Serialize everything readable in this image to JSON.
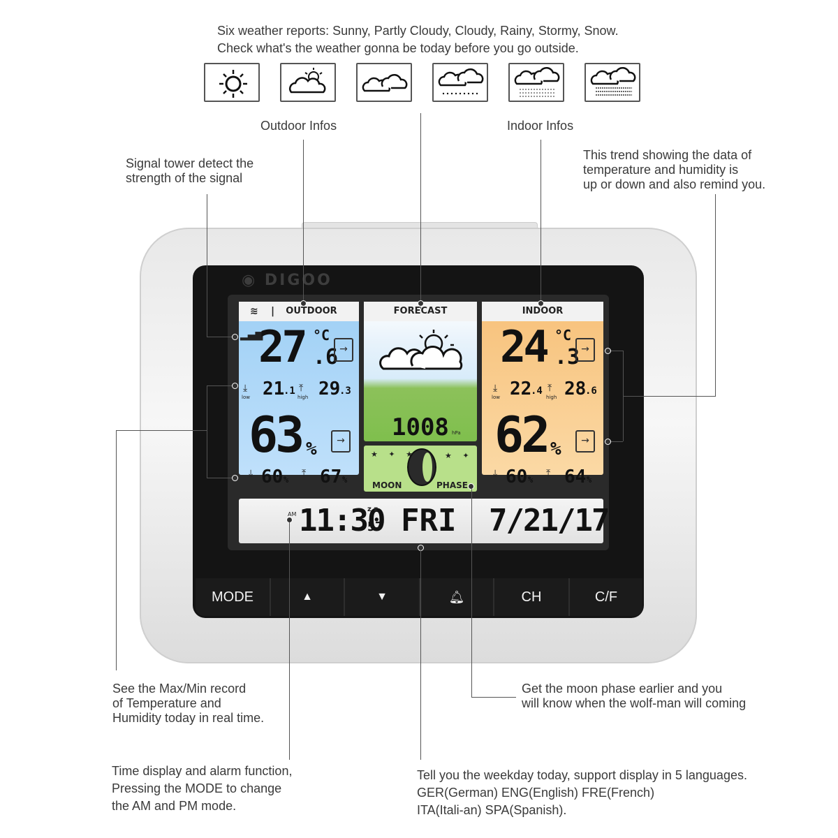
{
  "captions": {
    "weather_reports": [
      "Six weather reports: Sunny, Partly Cloudy, Cloudy, Rainy, Stormy, Snow.",
      "Check what's the weather gonna be today before you go outside."
    ],
    "outdoor_infos": "Outdoor Infos",
    "indoor_infos": "Indoor Infos",
    "signal": [
      "Signal tower detect the",
      "strength of the signal"
    ],
    "trend": [
      "This trend showing the data of",
      "temperature and humidity is",
      "up or down and also remind you."
    ],
    "maxmin": [
      "See the Max/Min record",
      "of Temperature and",
      "Humidity today in real time."
    ],
    "moon": [
      "Get the moon phase earlier and you",
      "will know when the wolf-man will coming"
    ],
    "time": [
      "Time display and alarm function,",
      "Pressing the MODE to change",
      "the AM and PM mode."
    ],
    "weekday": [
      "Tell you the weekday today, support display in 5 languages.",
      "GER(German) ENG(English) FRE(French)",
      "ITA(Itali-an) SPA(Spanish)."
    ]
  },
  "weather_icons": [
    "sunny-icon",
    "partly-cloudy-icon",
    "cloudy-icon",
    "rainy-icon",
    "stormy-icon",
    "snow-icon"
  ],
  "device": {
    "brand": "DIGOO",
    "outdoor": {
      "label": "OUTDOOR",
      "temp_main": "27",
      "temp_dec": ".6",
      "temp_unit": "°C",
      "temp_low": "21",
      "temp_low_dec": ".1",
      "temp_high": "29",
      "temp_high_dec": ".3",
      "hum": "63",
      "hum_unit": "%",
      "hum_low": "60",
      "hum_high": "67",
      "pct": "%",
      "low": "low",
      "high": "high"
    },
    "forecast": {
      "label": "FORECAST",
      "pressure": "1008",
      "pressure_unit": "hPa"
    },
    "indoor": {
      "label": "INDOOR",
      "temp_main": "24",
      "temp_dec": ".3",
      "temp_unit": "°C",
      "temp_low": "22",
      "temp_low_dec": ".4",
      "temp_high": "28",
      "temp_high_dec": ".6",
      "hum": "62",
      "hum_unit": "%",
      "hum_low": "60",
      "hum_high": "64",
      "pct": "%",
      "low": "low",
      "high": "high"
    },
    "moon": {
      "left": "MOON",
      "right": "PHASE"
    },
    "clock": {
      "ampm": "AM",
      "time": "11:30",
      "seconds": "57",
      "day": "FRI",
      "date": "7/21/17",
      "zz": "z z"
    },
    "buttons": {
      "mode": "MODE",
      "ch": "CH",
      "cf": "C/F"
    }
  }
}
